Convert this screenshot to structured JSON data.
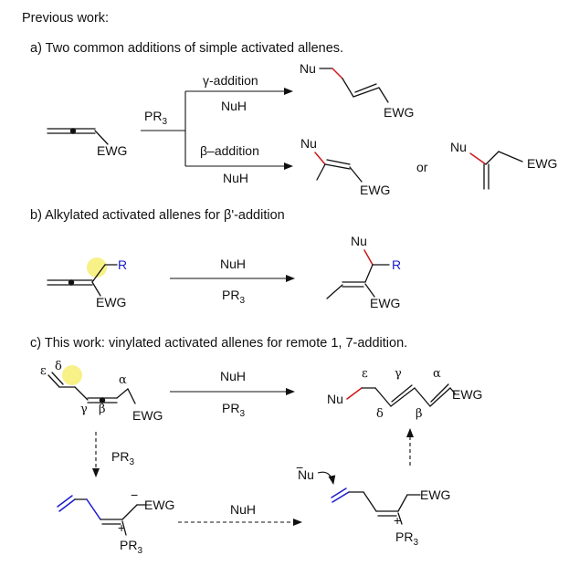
{
  "headings": {
    "previous": "Previous work:",
    "a": "a) Two common additions of simple activated allenes.",
    "b": "b) Alkylated activated allenes for β'-addition",
    "c": "c) This work: vinylated activated allenes for remote 1, 7-addition."
  },
  "scheme_a": {
    "reagent": "PR",
    "reagent_sub": "3",
    "upper_condition": "γ-addition",
    "upper_reagent": "NuH",
    "lower_condition": "β–addition",
    "lower_reagent": "NuH",
    "ewg": "EWG",
    "nu": "Nu",
    "or": "or"
  },
  "scheme_b": {
    "r": "R",
    "ewg": "EWG",
    "nu": "Nu",
    "reagent_top": "NuH",
    "reagent_bottom": "PR",
    "reagent_bottom_sub": "3"
  },
  "scheme_c": {
    "epsilon": "ε",
    "delta": "δ",
    "gamma": "γ",
    "beta": "β",
    "alpha": "α",
    "ewg": "EWG",
    "nu": "Nu",
    "reagent_top": "NuH",
    "reagent_bottom": "PR",
    "reagent_bottom_sub": "3",
    "down_reagent": "PR",
    "down_reagent_sub": "3",
    "bottom_reagent": "NuH",
    "minus": "−",
    "plus": "+",
    "pr3": "PR",
    "pr3_sub": "3"
  },
  "colors": {
    "highlight": "#f6f07a",
    "red_bond": "#cc1a1a",
    "blue_bond": "#1a1ad0"
  }
}
